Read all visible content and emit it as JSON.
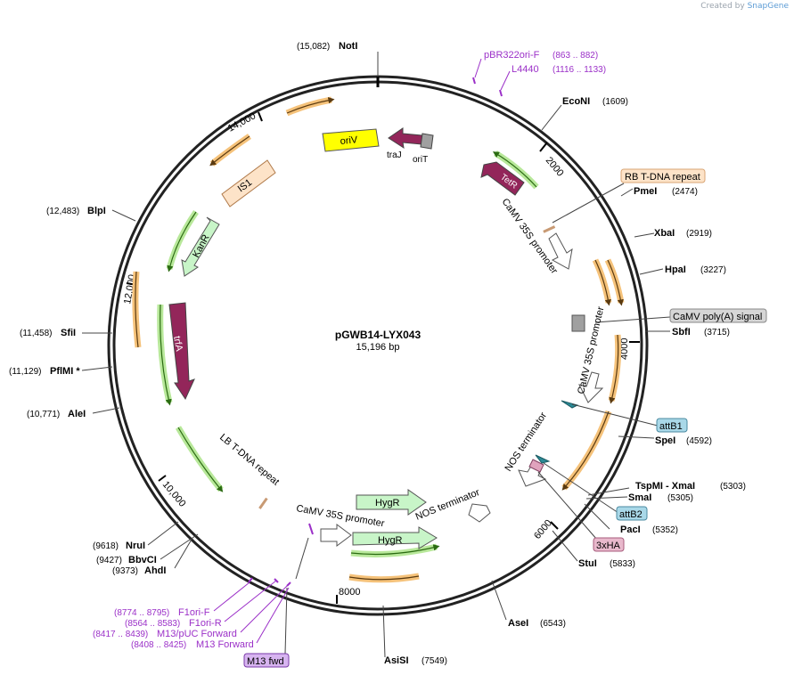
{
  "credit": {
    "created_by": "Created by",
    "brand": "SnapGene"
  },
  "plasmid": {
    "name": "pGWB14-LYX043",
    "length_label": "15,196 bp"
  },
  "ticks": [
    "2000",
    "4000",
    "6000",
    "8000",
    "10,000",
    "12,000",
    "14,000"
  ],
  "sites": [
    {
      "name": "NotI",
      "pos": "(15,082)"
    },
    {
      "name": "EcoNI",
      "pos": "(1609)"
    },
    {
      "name": "PmeI",
      "pos": "(2474)"
    },
    {
      "name": "XbaI",
      "pos": "(2919)"
    },
    {
      "name": "HpaI",
      "pos": "(3227)"
    },
    {
      "name": "SbfI",
      "pos": "(3715)"
    },
    {
      "name": "SpeI",
      "pos": "(4592)"
    },
    {
      "name": "TspMI - XmaI",
      "pos": "(5303)"
    },
    {
      "name": "SmaI",
      "pos": "(5305)"
    },
    {
      "name": "PacI",
      "pos": "(5352)"
    },
    {
      "name": "StuI",
      "pos": "(5833)"
    },
    {
      "name": "AseI",
      "pos": "(6543)"
    },
    {
      "name": "AsiSI",
      "pos": "(7549)"
    },
    {
      "name": "AhdI",
      "pos": "(9373)"
    },
    {
      "name": "BbvCI",
      "pos": "(9427)"
    },
    {
      "name": "NruI",
      "pos": "(9618)"
    },
    {
      "name": "AleI",
      "pos": "(10,771)"
    },
    {
      "name": "PflMI *",
      "pos": "(11,129)"
    },
    {
      "name": "SfiI",
      "pos": "(11,458)"
    },
    {
      "name": "BlpI",
      "pos": "(12,483)"
    }
  ],
  "primers": [
    {
      "name": "pBR322ori-F",
      "pos": "(863 .. 882)"
    },
    {
      "name": "L4440",
      "pos": "(1116 .. 1133)"
    },
    {
      "name": "F1ori-F",
      "pos": "(8774 .. 8795)"
    },
    {
      "name": "F1ori-R",
      "pos": "(8564 .. 8583)"
    },
    {
      "name": "M13/pUC Forward",
      "pos": "(8417 .. 8439)"
    },
    {
      "name": "M13 Forward",
      "pos": "(8408 .. 8425)"
    }
  ],
  "boxed_labels": [
    {
      "name": "RB T-DNA repeat",
      "color": "#fde3c8",
      "border": "#d9a574"
    },
    {
      "name": "CaMV poly(A) signal",
      "color": "#d6d6d6",
      "border": "#888888"
    },
    {
      "name": "attB1",
      "color": "#a9d8e8",
      "border": "#4a8aa0"
    },
    {
      "name": "attB2",
      "color": "#a9d8e8",
      "border": "#4a8aa0"
    },
    {
      "name": "3xHA",
      "color": "#e8b9cc",
      "border": "#a85c7c"
    },
    {
      "name": "M13 fwd",
      "color": "#d7b4f0",
      "border": "#7a3aa8"
    }
  ],
  "features": [
    {
      "name": "oriV",
      "color": "#ffff00"
    },
    {
      "name": "traJ",
      "color": "#93265a"
    },
    {
      "name": "oriT",
      "color": "#a0a0a0"
    },
    {
      "name": "TetR",
      "color": "#93265a"
    },
    {
      "name": "IS1",
      "color": "#fde3c8"
    },
    {
      "name": "KanR",
      "color": "#c8f5c8"
    },
    {
      "name": "trfA",
      "color": "#93265a"
    },
    {
      "name": "HygR",
      "color": "#c8f5c8"
    },
    {
      "name": "HygR",
      "color": "#c8f5c8"
    }
  ],
  "promoters": [
    {
      "name": "CaMV 35S promoter"
    },
    {
      "name": "CaMV 35S promoter"
    },
    {
      "name": "CaMV 35S promoter"
    }
  ],
  "terminators": [
    {
      "name": "NOS terminator"
    },
    {
      "name": "NOS terminator"
    }
  ],
  "repeats": [
    {
      "name": "LB T-DNA repeat"
    }
  ],
  "colors": {
    "backbone": "#222222",
    "orf_orange": "#f5c27a",
    "orf_green": "#b8e89a",
    "primer": "#9b30c8"
  }
}
